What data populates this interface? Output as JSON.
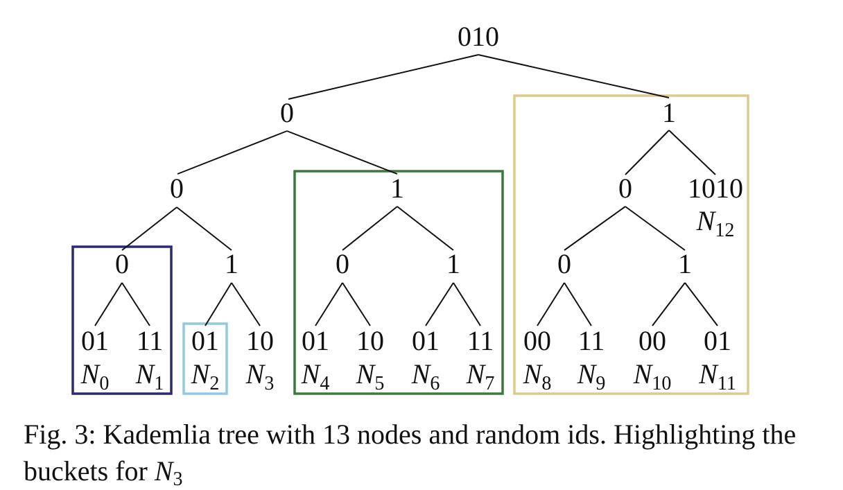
{
  "tree": {
    "root": {
      "label": "010"
    },
    "level1": [
      {
        "label": "0"
      },
      {
        "label": "1"
      }
    ],
    "level2": [
      {
        "label": "0"
      },
      {
        "label": "1"
      },
      {
        "label": "0"
      },
      {
        "label": "1010",
        "node": "N",
        "sub": "12"
      }
    ],
    "level3": [
      {
        "label": "0"
      },
      {
        "label": "1"
      },
      {
        "label": "0"
      },
      {
        "label": "1"
      },
      {
        "label": "0"
      },
      {
        "label": "1"
      }
    ],
    "leaves": [
      {
        "label": "01",
        "node": "N",
        "sub": "0"
      },
      {
        "label": "11",
        "node": "N",
        "sub": "1"
      },
      {
        "label": "01",
        "node": "N",
        "sub": "2"
      },
      {
        "label": "10",
        "node": "N",
        "sub": "3"
      },
      {
        "label": "01",
        "node": "N",
        "sub": "4"
      },
      {
        "label": "10",
        "node": "N",
        "sub": "5"
      },
      {
        "label": "01",
        "node": "N",
        "sub": "6"
      },
      {
        "label": "11",
        "node": "N",
        "sub": "7"
      },
      {
        "label": "00",
        "node": "N",
        "sub": "8"
      },
      {
        "label": "11",
        "node": "N",
        "sub": "9"
      },
      {
        "label": "00",
        "node": "N",
        "sub": "10"
      },
      {
        "label": "01",
        "node": "N",
        "sub": "11"
      }
    ]
  },
  "buckets": [
    {
      "name": "bucket-n0-n1",
      "color": "#2b2875"
    },
    {
      "name": "bucket-n2",
      "color": "#8fc9e6"
    },
    {
      "name": "bucket-n4-n7",
      "color": "#3a7a3c"
    },
    {
      "name": "bucket-n8-n12",
      "color": "#dccb8c"
    }
  ],
  "caption": {
    "text": "Fig. 3: Kademlia tree with 13 nodes and random ids. Highlighting the buckets for ",
    "node": "N",
    "sub": "3"
  }
}
